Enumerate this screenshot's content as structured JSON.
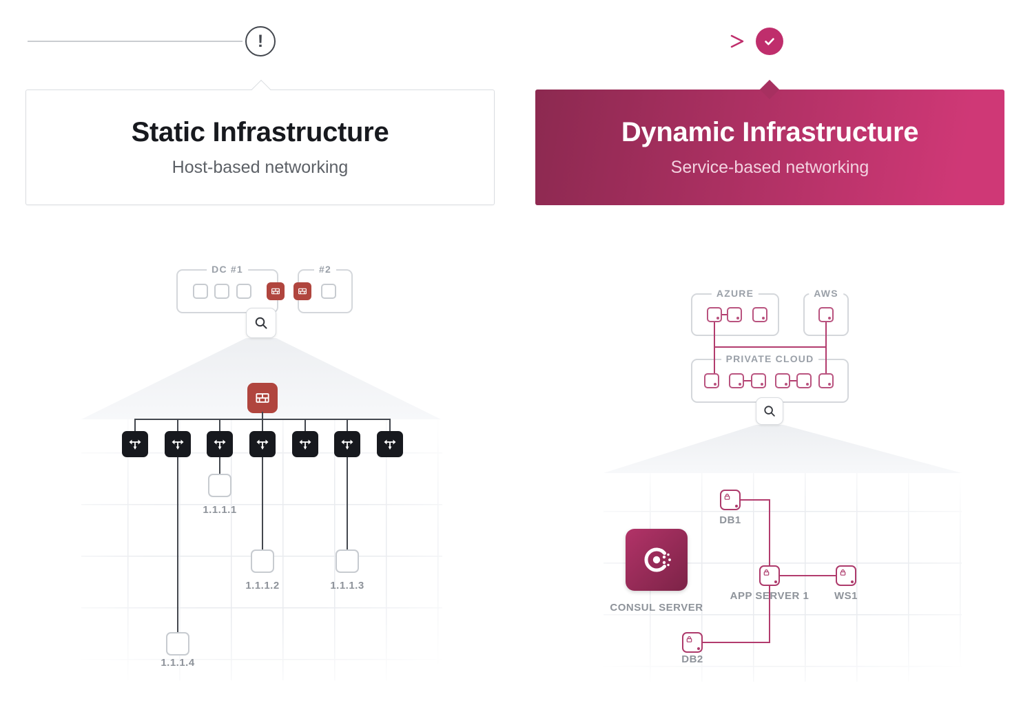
{
  "progress": {
    "warning_glyph": "!"
  },
  "cards": {
    "static": {
      "title": "Static Infrastructure",
      "subtitle": "Host-based networking"
    },
    "dynamic": {
      "title": "Dynamic Infrastructure",
      "subtitle": "Service-based networking"
    }
  },
  "static_diagram": {
    "dc1_label": "DC #1",
    "dc2_label": "#2",
    "endpoints": [
      {
        "label": "1.1.1.1"
      },
      {
        "label": "1.1.1.2"
      },
      {
        "label": "1.1.1.3"
      },
      {
        "label": "1.1.1.4"
      }
    ]
  },
  "dynamic_diagram": {
    "azure_label": "AZURE",
    "aws_label": "AWS",
    "private_cloud_label": "PRIVATE CLOUD",
    "consul_label": "CONSUL SERVER",
    "nodes": [
      {
        "label": "DB1"
      },
      {
        "label": "APP SERVER 1"
      },
      {
        "label": "WS1"
      },
      {
        "label": "DB2"
      }
    ]
  },
  "icons": {
    "warning": "exclamation-circle",
    "check": "checkmark-circle",
    "magnifier": "magnifying-glass",
    "firewall": "brick-wall",
    "switch": "traffic-arrows",
    "lock": "padlock",
    "consul": "consul-logo"
  },
  "colors": {
    "accent_magenta": "#bf2e6c",
    "card_gradient_dark": "#8c2950",
    "card_gradient_bright": "#cf3876",
    "firewall_red": "#b0453e",
    "switch_black": "#17191e",
    "line_dark": "#43474e",
    "line_magenta": "#b23b6d",
    "border_gray": "#d4d7db",
    "label_gray": "#8e939a"
  }
}
